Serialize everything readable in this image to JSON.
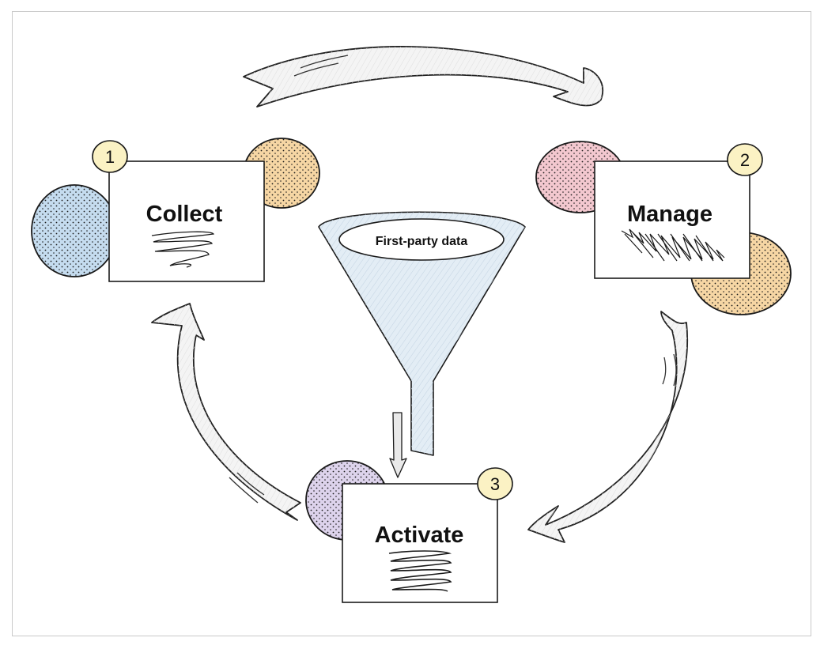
{
  "steps": [
    {
      "number": "1",
      "label": "Collect"
    },
    {
      "number": "2",
      "label": "Manage"
    },
    {
      "number": "3",
      "label": "Activate"
    }
  ],
  "funnel": {
    "label": "First-party data"
  },
  "colors": {
    "blue_blob": "#c5dcef",
    "orange_blob": "#f6d6a4",
    "pink_blob": "#f3c8cf",
    "purple_blob": "#ddd3ec",
    "badge": "#fbf2c4",
    "funnel_fill": "#e3edf5"
  }
}
